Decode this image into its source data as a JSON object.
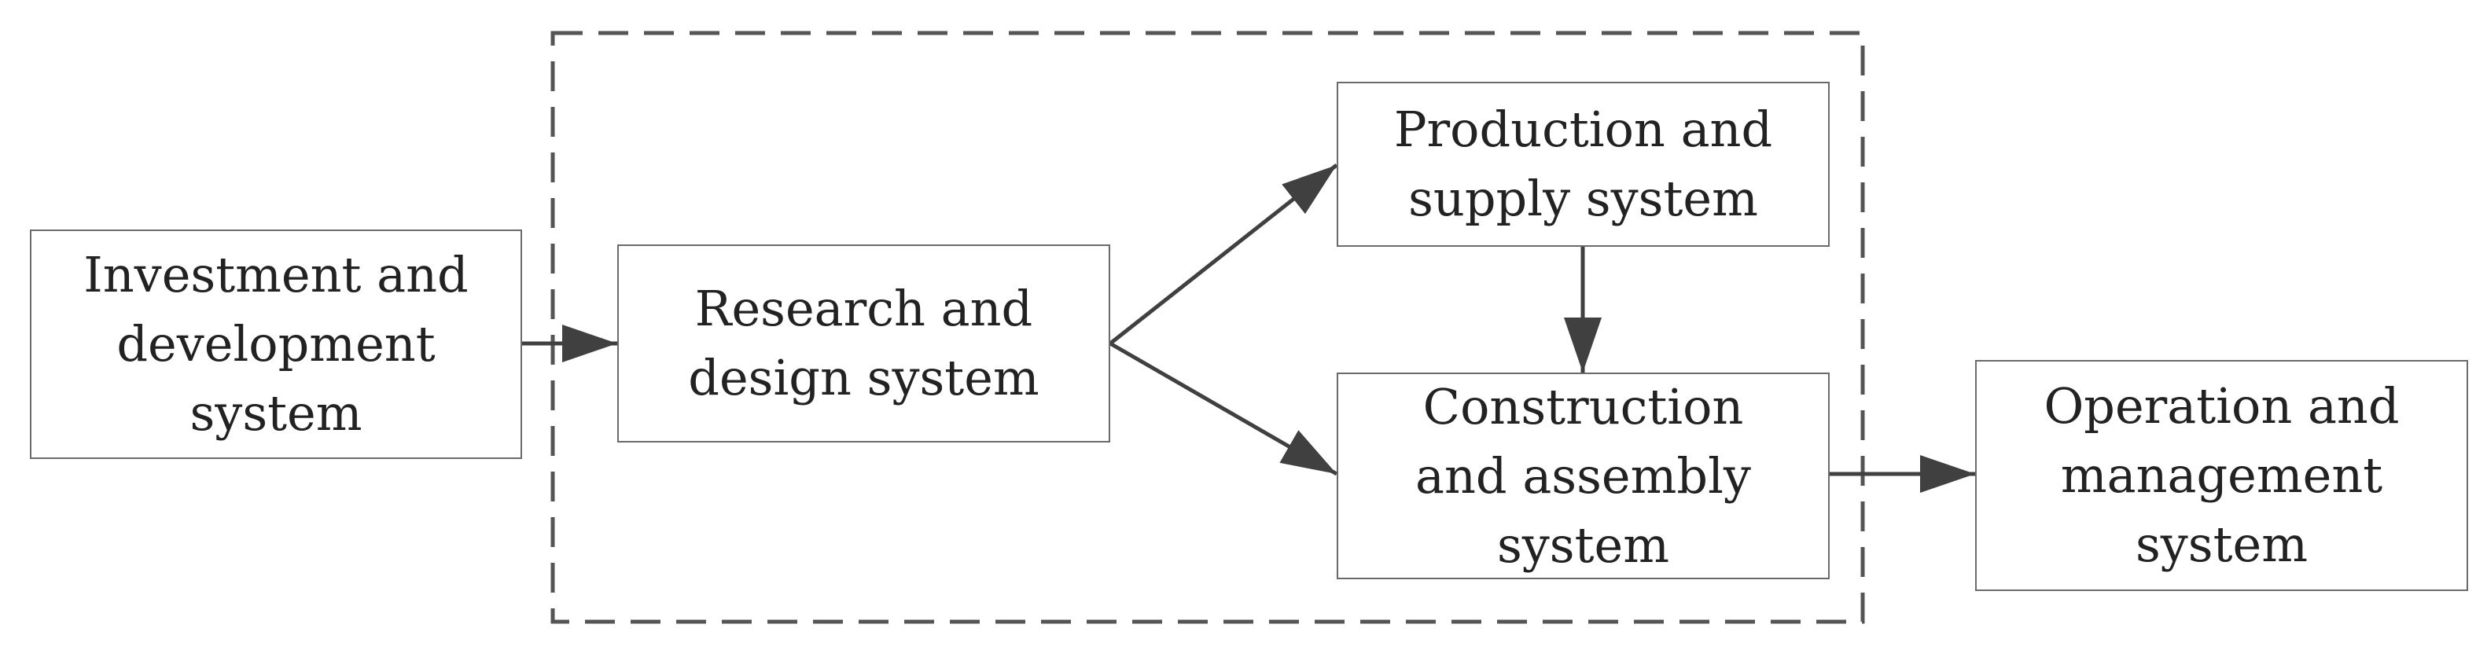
{
  "diagram": {
    "nodes": {
      "investment": {
        "label": "Investment and\ndevelopment\nsystem"
      },
      "research": {
        "label": "Research and\ndesign system"
      },
      "production": {
        "label": "Production and\nsupply system"
      },
      "construction": {
        "label": "Construction\nand assembly\nsystem"
      },
      "operation": {
        "label": "Operation and\nmanagement\nsystem"
      }
    },
    "edges": [
      {
        "from": "investment",
        "to": "research"
      },
      {
        "from": "research",
        "to": "production"
      },
      {
        "from": "research",
        "to": "construction"
      },
      {
        "from": "production",
        "to": "construction"
      },
      {
        "from": "construction",
        "to": "operation"
      }
    ],
    "colors": {
      "line": "#404040",
      "box_border": "#6a6a6a",
      "group_border": "#555555",
      "text": "#222222"
    }
  }
}
